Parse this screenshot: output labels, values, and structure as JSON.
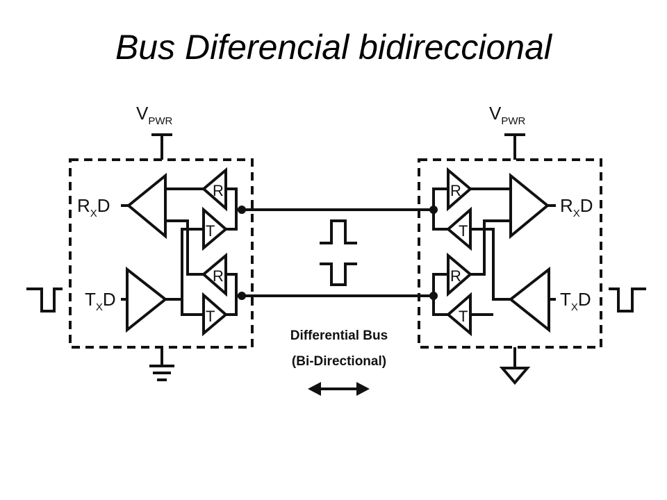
{
  "slide": {
    "title": "Bus Diferencial bidireccional"
  },
  "diagram": {
    "left_node": {
      "supply_main": "V",
      "supply_sub": "PWR",
      "rx_main": "R",
      "rx_sub": "X",
      "rx_tail": "D",
      "tx_main": "T",
      "tx_sub": "X",
      "tx_tail": "D",
      "receiver_letter": "R",
      "transmitter_letter": "T"
    },
    "right_node": {
      "supply_main": "V",
      "supply_sub": "PWR",
      "rx_main": "R",
      "rx_sub": "X",
      "rx_tail": "D",
      "tx_main": "T",
      "tx_sub": "X",
      "tx_tail": "D",
      "receiver_letter": "R",
      "transmitter_letter": "T"
    },
    "bus_caption_line1": "Differential Bus",
    "bus_caption_line2": "(Bi-Directional)"
  }
}
